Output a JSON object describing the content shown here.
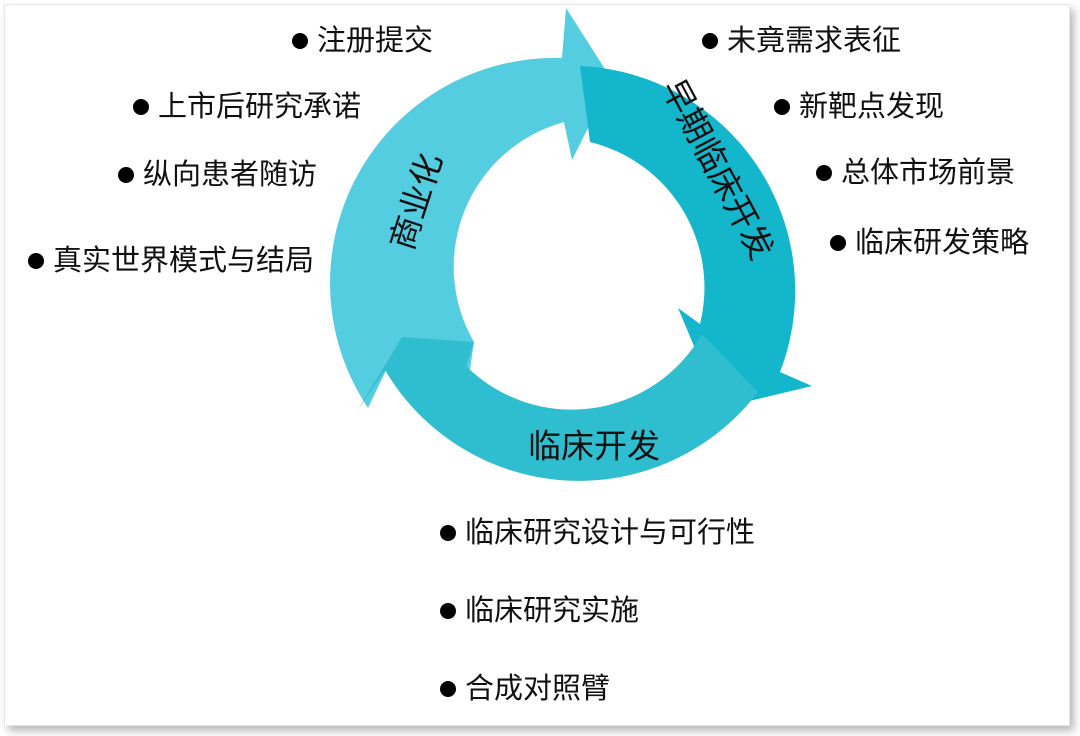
{
  "cycle": {
    "colors": {
      "early": "#14b6cc",
      "clinical": "#2fbdd0",
      "commercial": "#55cde0"
    },
    "segments": {
      "early": "早期临床开发",
      "clinical": "临床开发",
      "commercial": "商业化"
    }
  },
  "lists": {
    "commercial": [
      "注册提交",
      "上市后研究承诺",
      "纵向患者随访",
      "真实世界模式与结局"
    ],
    "early": [
      "未竟需求表征",
      "新靶点发现",
      "总体市场前景",
      "临床研发策略"
    ],
    "clinical": [
      "临床研究设计与可行性",
      "临床研究实施",
      "合成对照臂"
    ]
  }
}
